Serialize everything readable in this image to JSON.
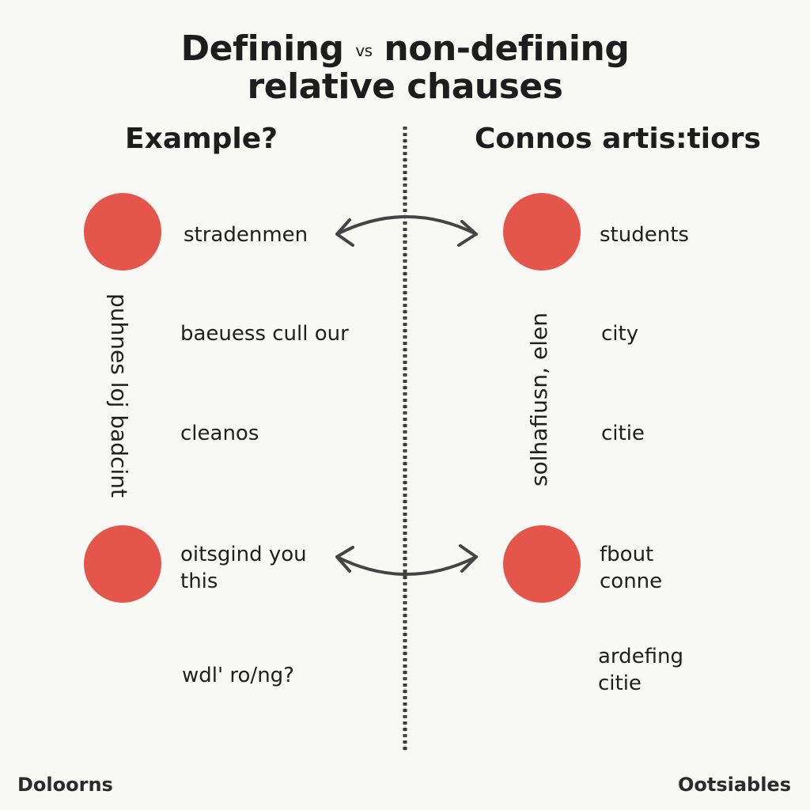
{
  "title": {
    "part1": "Defining",
    "vs": "vs",
    "part2": "non-defining",
    "line2": "relative chauses"
  },
  "columns": {
    "left": {
      "heading": "Example?",
      "vertical_text": "puhnes loj badcint",
      "items": [
        "stradenmen",
        "baeuess cull our",
        "cleanos",
        "oitsgind you",
        "this",
        "wdl' ro/ng?"
      ]
    },
    "right": {
      "heading": "Connos artis:tiors",
      "vertical_text": "solhafiusn, elen",
      "items": [
        "students",
        "city",
        "citie",
        "fbout",
        "conne",
        "ardefing",
        "citie"
      ]
    }
  },
  "footer": {
    "left": "Doloorns",
    "right": "Ootsiables"
  },
  "colors": {
    "dot": "#e4554c",
    "ink": "#1d1d1d",
    "background": "#f8f8f4"
  },
  "icons": {
    "arrows": "double-headed-curved-arrow",
    "divider": "dashed-vertical-line"
  }
}
